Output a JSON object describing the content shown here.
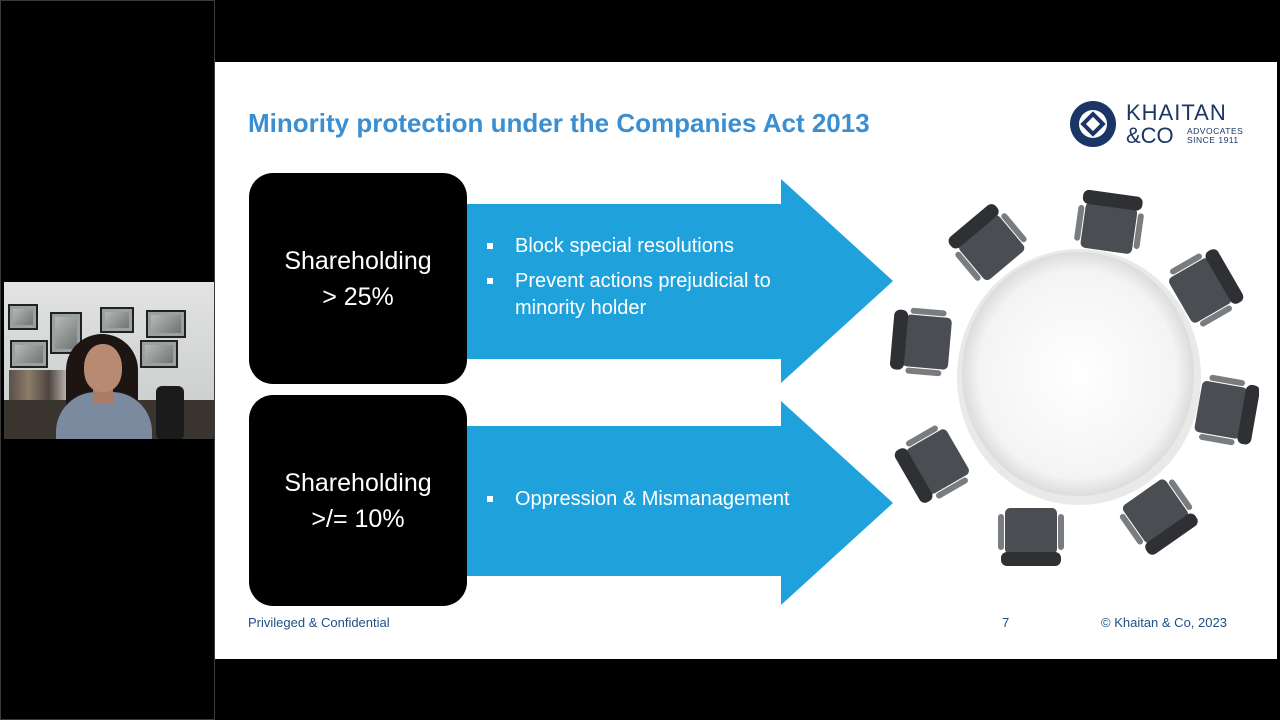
{
  "slide": {
    "title": "Minority protection under the Companies Act 2013",
    "logo": {
      "name": "KHAITAN",
      "name2": "&CO",
      "subtitle_line1": "ADVOCATES",
      "subtitle_line2": "SINCE 1911"
    },
    "boxes": [
      {
        "line1": "Shareholding",
        "line2": "> 25%"
      },
      {
        "line1": "Shareholding",
        "line2": ">/= 10%"
      }
    ],
    "arrow_1_bullets": [
      "Block special resolutions",
      "Prevent actions prejudicial to minority holder"
    ],
    "arrow_2_bullets": [
      "Oppression & Mismanagement"
    ],
    "footer": {
      "left": "Privileged & Confidential",
      "page": "7",
      "right": "© Khaitan & Co, 2023"
    }
  },
  "colors": {
    "title": "#3b8fd1",
    "arrow": "#1fa2dc",
    "box": "#000000",
    "footer": "#1f4f86"
  }
}
